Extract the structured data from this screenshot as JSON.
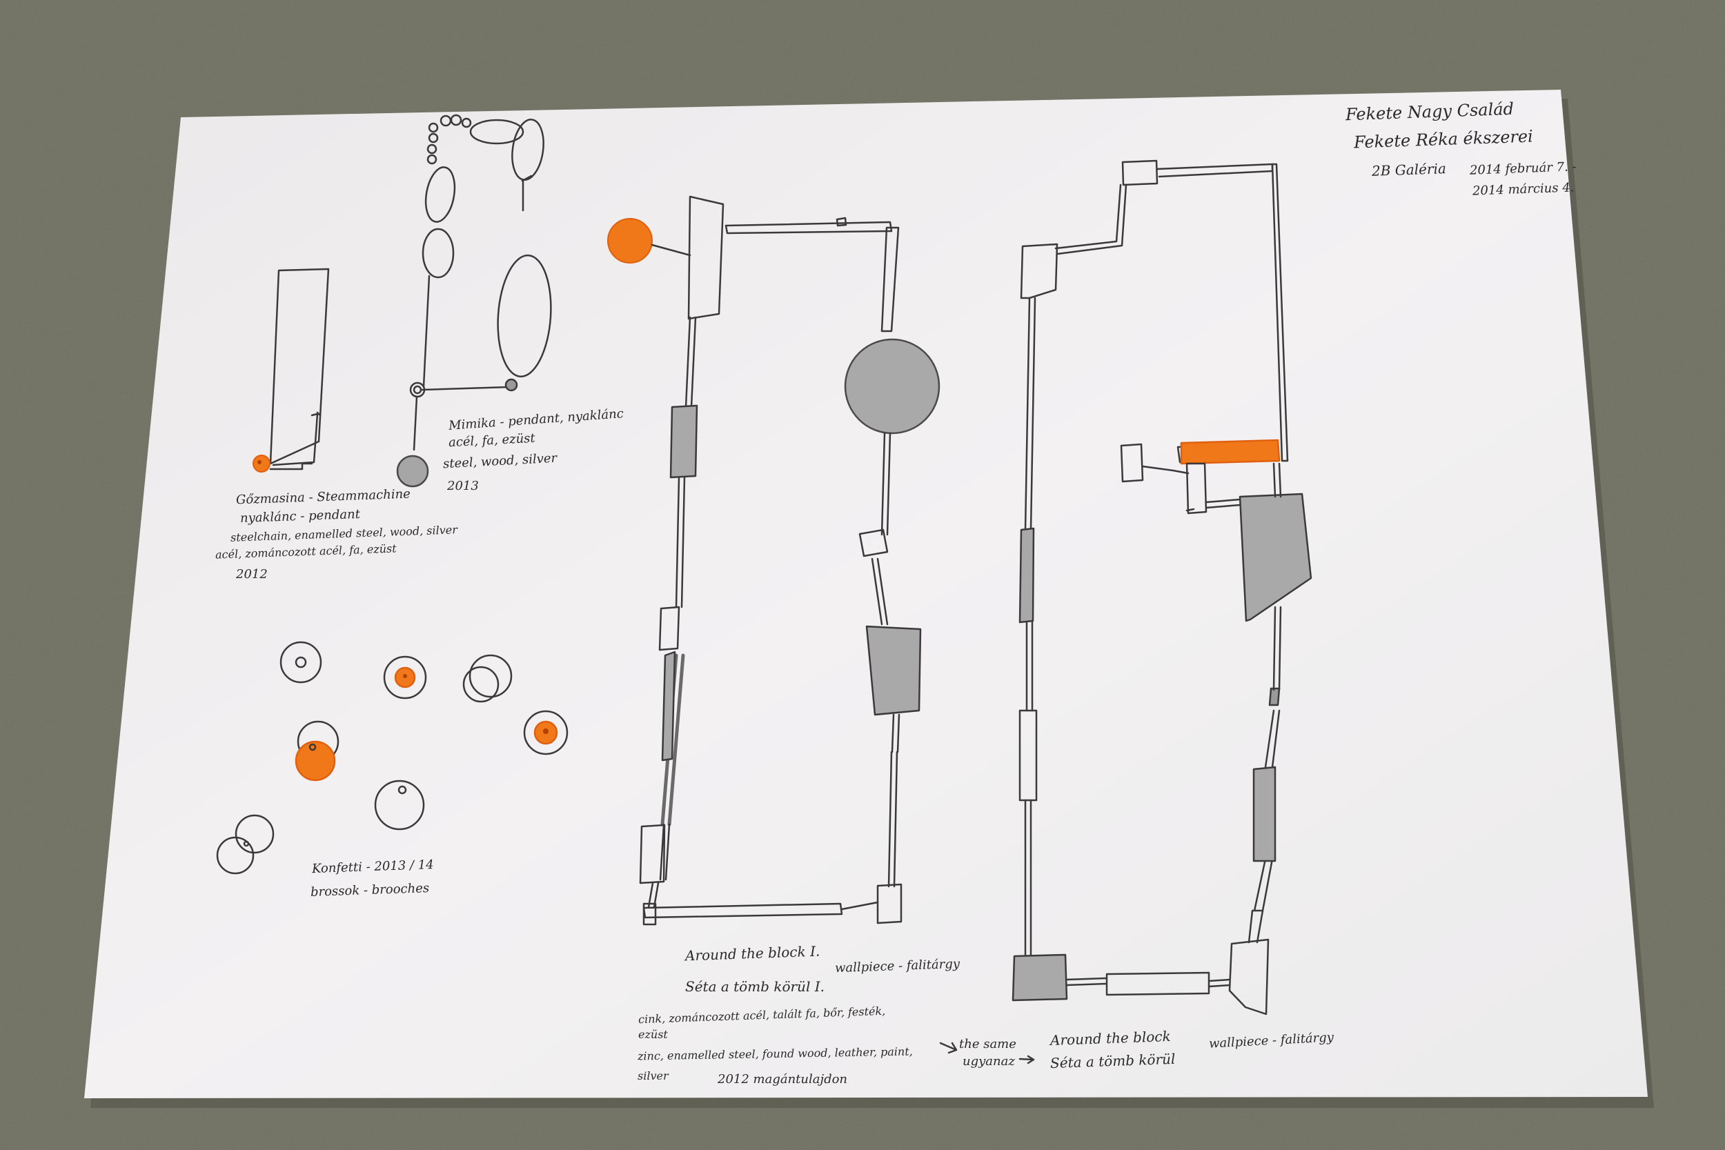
{
  "photo": {
    "subject": "hand-drawn exhibition sketch sheet on a concrete floor",
    "colors": {
      "floor": "#6a6a5c",
      "paper": "#f1eff0",
      "ink": "#2a2a2a",
      "pencil_gray": "#a9a9a9",
      "orange": "#f07818"
    }
  },
  "header": {
    "line1": "Fekete Nagy Család",
    "line2": "Fekete Réka ékszerei",
    "venue": "2B Galéria",
    "date_from": "2014 február 7. -",
    "date_to": "2014 március 4."
  },
  "pieces": {
    "steam": {
      "title": "Gőzmasina - Steammachine",
      "type": "nyaklánc - pendant",
      "materials_en": "steelchain, enamelled steel, wood, silver",
      "materials_hu": "acél, zománcozott acél, fa, ezüst",
      "year": "2012"
    },
    "mimika": {
      "title": "Mimika - pendant, nyaklánc",
      "materials_hu": "acél, fa, ezüst",
      "materials_en": "steel, wood, silver",
      "year": "2013"
    },
    "konfetti": {
      "title": "Konfetti - 2013 / 14",
      "subtitle": "brossok - brooches"
    },
    "block1": {
      "title_en": "Around the block I.",
      "type": "wallpiece - falitárgy",
      "title_hu": "Séta a tömb körül I.",
      "materials_hu": "cink, zománcozott acél, talált fa, bőr, festék,",
      "materials_hu2": "ezüst",
      "materials_en": "zinc, enamelled steel, found wood, leather, paint,",
      "materials_en2": "silver",
      "year_owner": "2012 magántulajdon"
    },
    "block2": {
      "same_en": "the same",
      "same_hu": "ugyanaz",
      "title_en": "Around the block",
      "title_hu": "Séta a tömb körül",
      "type": "wallpiece - falitárgy"
    }
  }
}
